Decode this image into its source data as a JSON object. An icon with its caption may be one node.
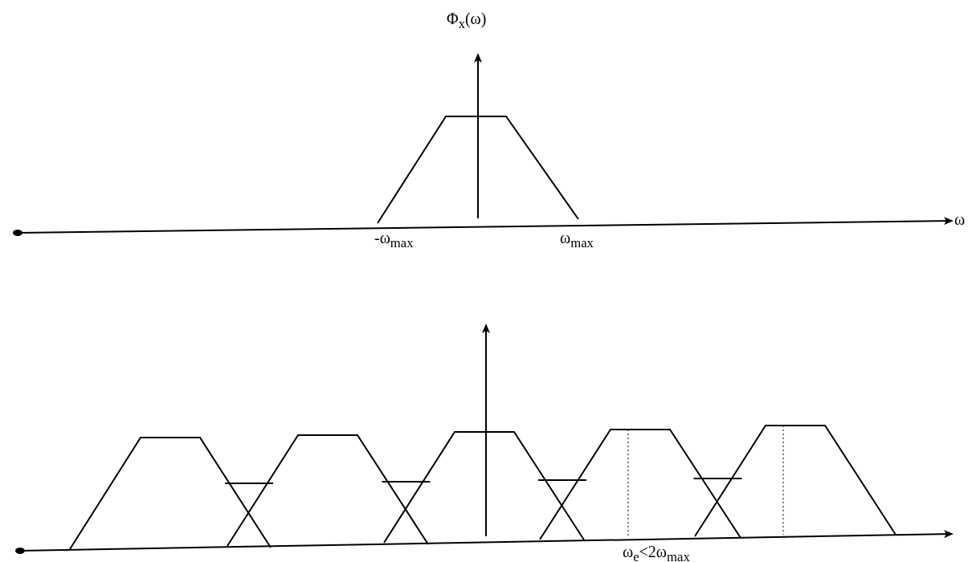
{
  "diagram": {
    "labels": [
      "Φ$_{x}$(ω)",
      "ω",
      "-ω$_{max}$",
      "ω$_{max}$",
      "ω$_{e}$<2ω$_{max}$"
    ]
  }
}
